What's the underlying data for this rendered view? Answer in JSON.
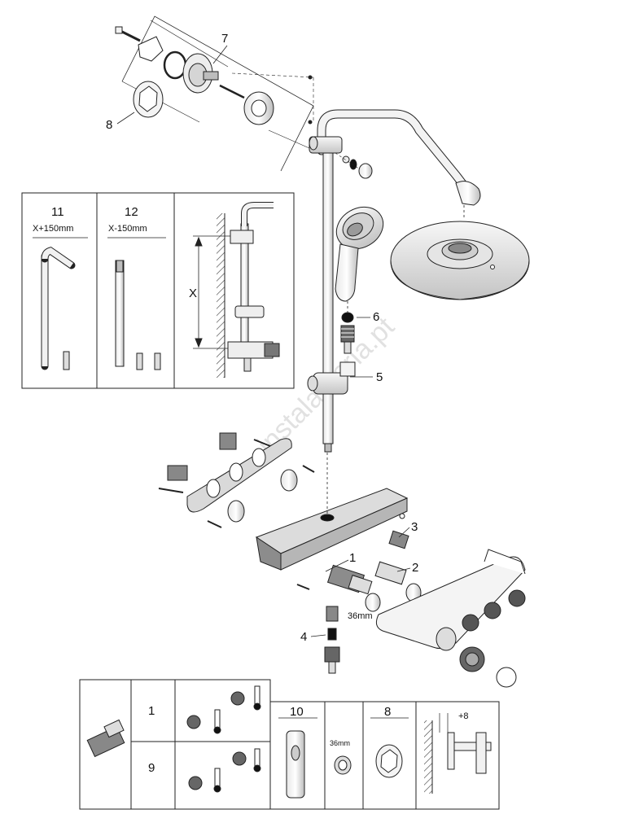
{
  "callouts": {
    "c1": "1",
    "c2": "2",
    "c3": "3",
    "c4": "4",
    "c5": "5",
    "c6": "6",
    "c7": "7",
    "c8": "8"
  },
  "inset_left": {
    "panel_a": {
      "number": "11",
      "size": "X+150mm"
    },
    "panel_b": {
      "number": "12",
      "size": "X-150mm"
    },
    "dimension_label": "X"
  },
  "tool_note": "36mm",
  "watermark": "instalamaria.pt",
  "bottom_table": {
    "row1_number": "1",
    "row2_number": "9",
    "tool_number": "10",
    "nut_size": "36mm",
    "ring_number": "8",
    "offset": "+8"
  },
  "colors": {
    "line": "#222222",
    "fill_light": "#f2f2f2",
    "fill_mid": "#d9d9d9",
    "fill_dark": "#8c8c8c",
    "thermo_red": "#111111"
  }
}
